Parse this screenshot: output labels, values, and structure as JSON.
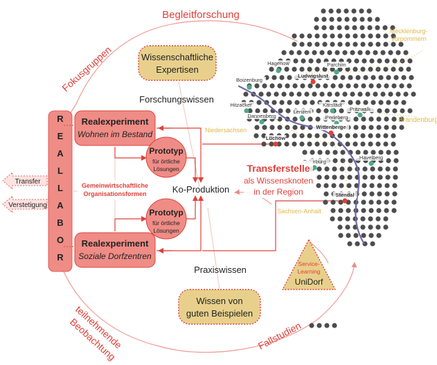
{
  "cycle": {
    "top": "Begleitforschung",
    "left": "Fokusgruppen",
    "bottom_left_1": "teilnehmende",
    "bottom_left_2": "Beobachtung",
    "bottom_right": "Fallstudien"
  },
  "knowledge": {
    "expert_1": "Wissenschaftliche",
    "expert_2": "Expertisen",
    "research": "Forschungswissen",
    "practice": "Praxiswissen",
    "examples_1": "Wissen von",
    "examples_2": "guten Beispielen",
    "coproduction": "Ko-Produktion"
  },
  "reallabor": {
    "letters": [
      "R",
      "E",
      "A",
      "L",
      "L",
      "A",
      "B",
      "O",
      "R"
    ],
    "orgs_1": "Gemeinwirtschaftliche",
    "orgs_2": "Organisationsformen",
    "outputs": [
      "Transfer",
      "Verstetigung"
    ]
  },
  "experiments": [
    {
      "title": "Realexperiment",
      "subtitle": "Wohnen im Bestand"
    },
    {
      "title": "Realexperiment",
      "subtitle": "Soziale Dorfzentren"
    }
  ],
  "prototypes": [
    {
      "title": "Prototyp",
      "line1": "für örtliche",
      "line2": "Lösungen"
    },
    {
      "title": "Prototyp",
      "line1": "für örtliche",
      "line2": "Lösungen"
    }
  ],
  "transfer": {
    "title": "Transferstelle",
    "line1": "als Wissensknoten",
    "line2": "in der Region"
  },
  "unidorf": {
    "line1": "Service-",
    "line2": "Learning",
    "name": "UniDorf"
  },
  "map": {
    "states": [
      "Mecklenburg-",
      "Vorpommern",
      "Brandenburg",
      "Niedersachsen",
      "Sachsen-Anhalt"
    ],
    "towns": [
      "Hagenow",
      "Parchim",
      "Boizenburg",
      "Ludwigslust",
      "Hitzacker",
      "Lenzen",
      "Karstadt",
      "Pritzwalk",
      "Dannenberg",
      "Perleberg",
      "Lüchow",
      "Wittenberge",
      "Osterburg",
      "Havelberg",
      "Stendal"
    ]
  },
  "colors": {
    "red": "#e0403a",
    "salmon": "#ef8c86",
    "yellow": "#e8d08c",
    "dot": "#4d4d4d",
    "teal": "#4fa88c",
    "river": "#6e6aa8",
    "state": "#e0b94a"
  }
}
